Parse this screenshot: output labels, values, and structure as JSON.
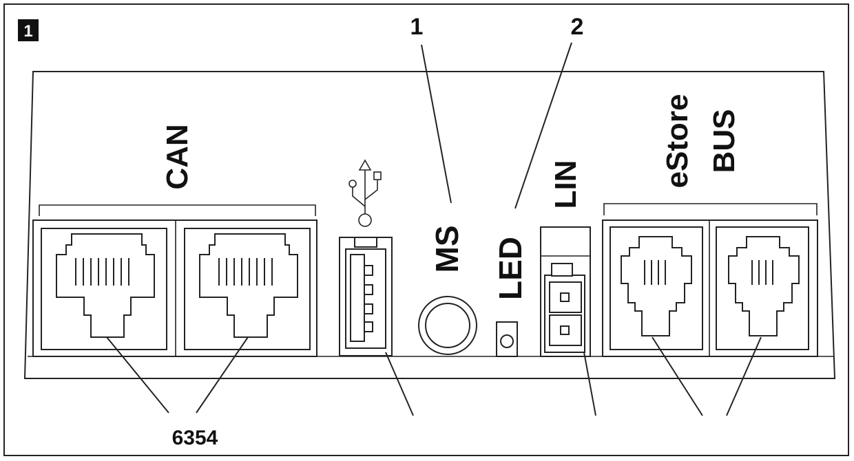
{
  "figure": {
    "badge": "1",
    "callouts": [
      "1",
      "2"
    ],
    "ports": {
      "can": "CAN",
      "usb_icon": "usb-icon",
      "ms": "MS",
      "led": "LED",
      "lin": "LIN",
      "estore_line1": "eStore",
      "estore_line2": "BUS"
    },
    "bottom_label": "6354"
  }
}
